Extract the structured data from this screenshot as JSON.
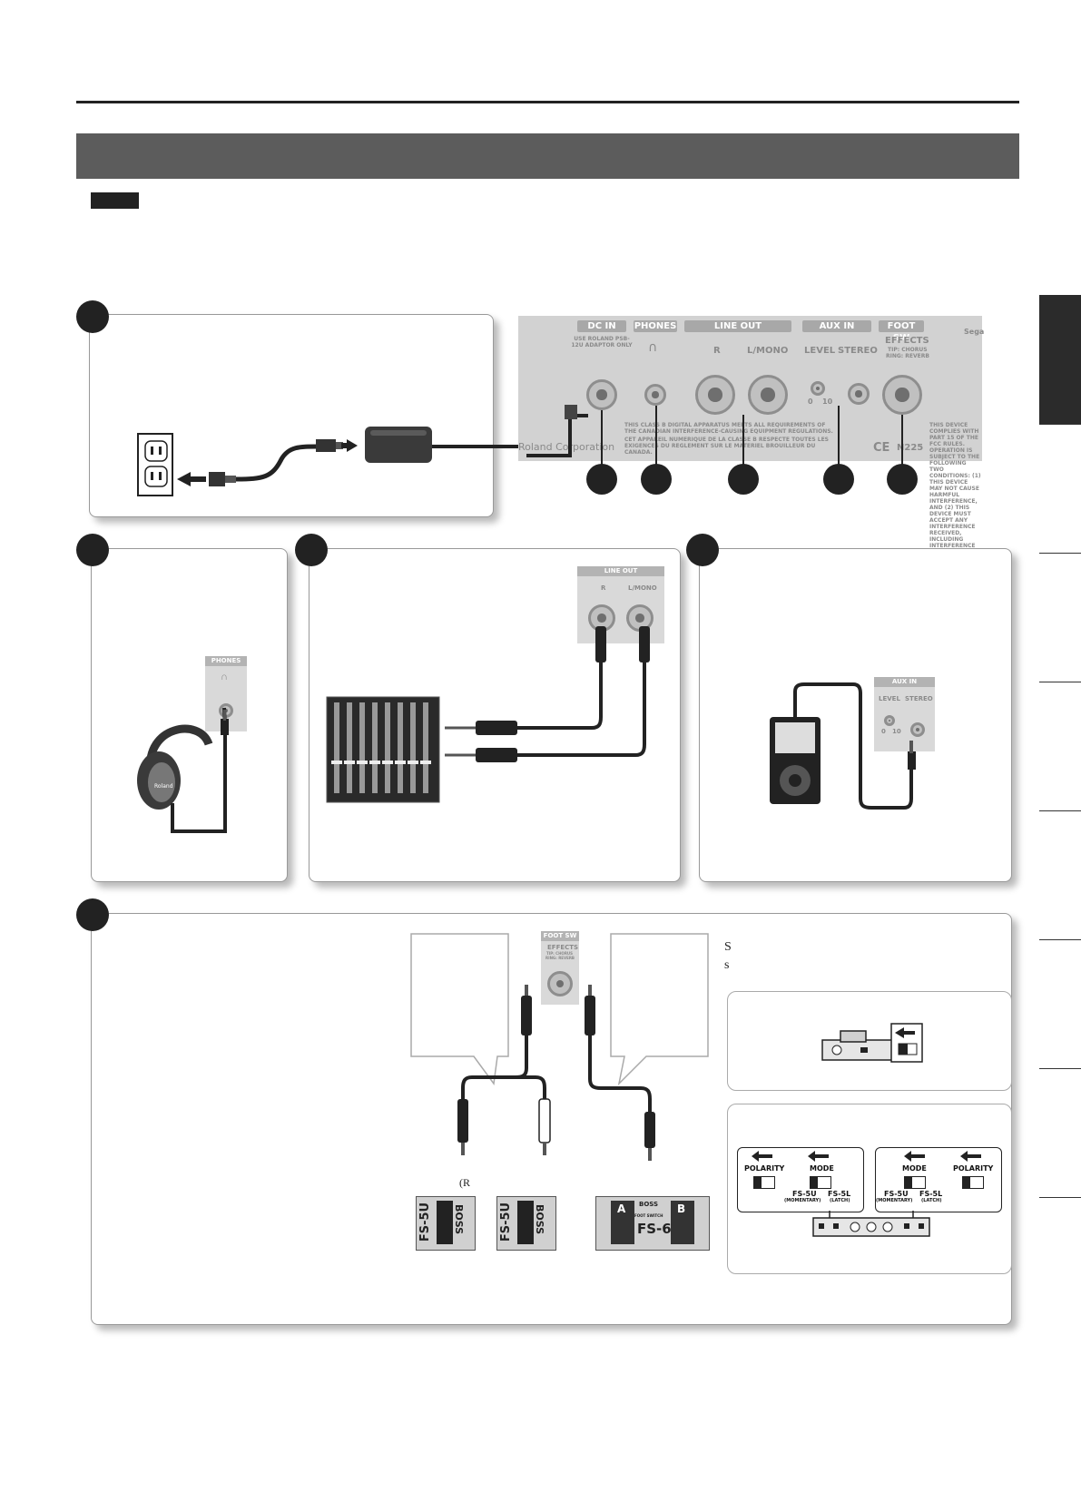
{
  "rear_panel": {
    "labels": {
      "dc_in": "DC IN",
      "phones": "PHONES",
      "line_out": "LINE OUT",
      "aux_in": "AUX IN",
      "foot_sw": "FOOT SW"
    },
    "dc_in_note": "USE ROLAND PSB-12U ADAPTOR ONLY",
    "line_out_r": "R",
    "line_out_lmono": "L/MONO",
    "aux_level": "LEVEL",
    "aux_stereo": "STEREO",
    "level_min": "0",
    "level_max": "10",
    "effects": "EFFECTS",
    "tip": "TIP: CHORUS",
    "ring": "RING: REVERB",
    "brand": "Roland Corporation",
    "compliance_en": "THIS CLASS B DIGITAL APPARATUS MEETS ALL REQUIREMENTS OF THE CANADIAN INTERFERENCE-CAUSING EQUIPMENT REGULATIONS.",
    "compliance_fr": "CET APPAREIL NUMERIQUE DE LA CLASSE B RESPECTE TOUTES LES EXIGENCES DU REGLEMENT SUR LE MATERIEL BROUILLEUR DU CANADA.",
    "fcc": "THIS DEVICE COMPLIES WITH PART 15 OF THE FCC RULES. OPERATION IS SUBJECT TO THE FOLLOWING TWO CONDITIONS: (1) THIS DEVICE MAY NOT CAUSE HARMFUL INTERFERENCE, AND (2) THIS DEVICE MUST ACCEPT ANY INTERFERENCE RECEIVED, INCLUDING INTERFERENCE",
    "ce": "CE",
    "code": "N225",
    "seg": "Sega"
  },
  "phones_panel": {
    "label": "PHONES"
  },
  "line_out_panel": {
    "label": "LINE OUT",
    "r": "R",
    "lmono": "L/MONO"
  },
  "aux_panel": {
    "label": "AUX IN",
    "level": "LEVEL",
    "stereo": "STEREO",
    "min": "0",
    "max": "10"
  },
  "foot_sw_panel": {
    "label": "FOOT SW",
    "effects": "EFFECTS",
    "tip": "TIP: CHORUS",
    "ring": "RING: REVERB"
  },
  "headphones_brand": "Roland",
  "fragments": {
    "r_paren": "(R",
    "s1": "S",
    "s2": "s"
  },
  "switch_settings": {
    "polarity": "POLARITY",
    "mode": "MODE",
    "fs5u": "FS-5U",
    "fs5l": "FS-5L",
    "momentary": "(MOMENTARY)",
    "latch": "(LATCH)"
  },
  "pedals": {
    "fs5u": "FS-5U",
    "boss": "BOSS",
    "fs6": "FS-6",
    "fs6_sub": "FOOT SWITCH",
    "a": "A",
    "b": "B"
  }
}
